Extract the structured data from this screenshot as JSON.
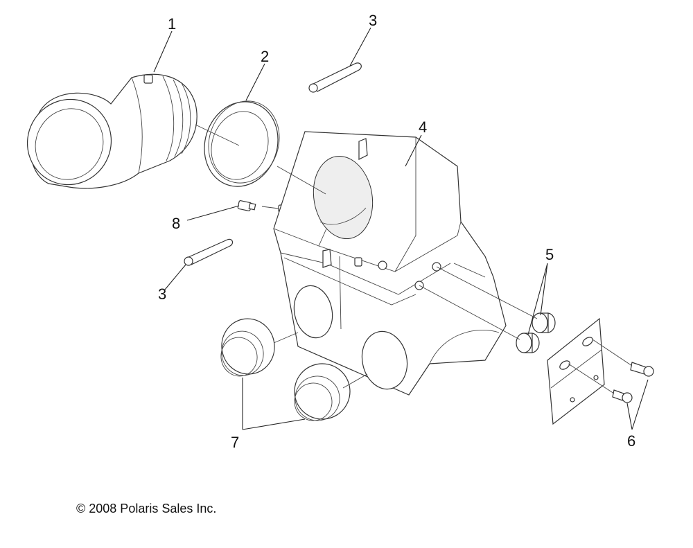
{
  "callouts": {
    "c1": "1",
    "c2": "2",
    "c3a": "3",
    "c3b": "3",
    "c4": "4",
    "c5": "5",
    "c6": "6",
    "c7": "7",
    "c8": "8"
  },
  "copyright": "© 2008 Polaris Sales Inc."
}
